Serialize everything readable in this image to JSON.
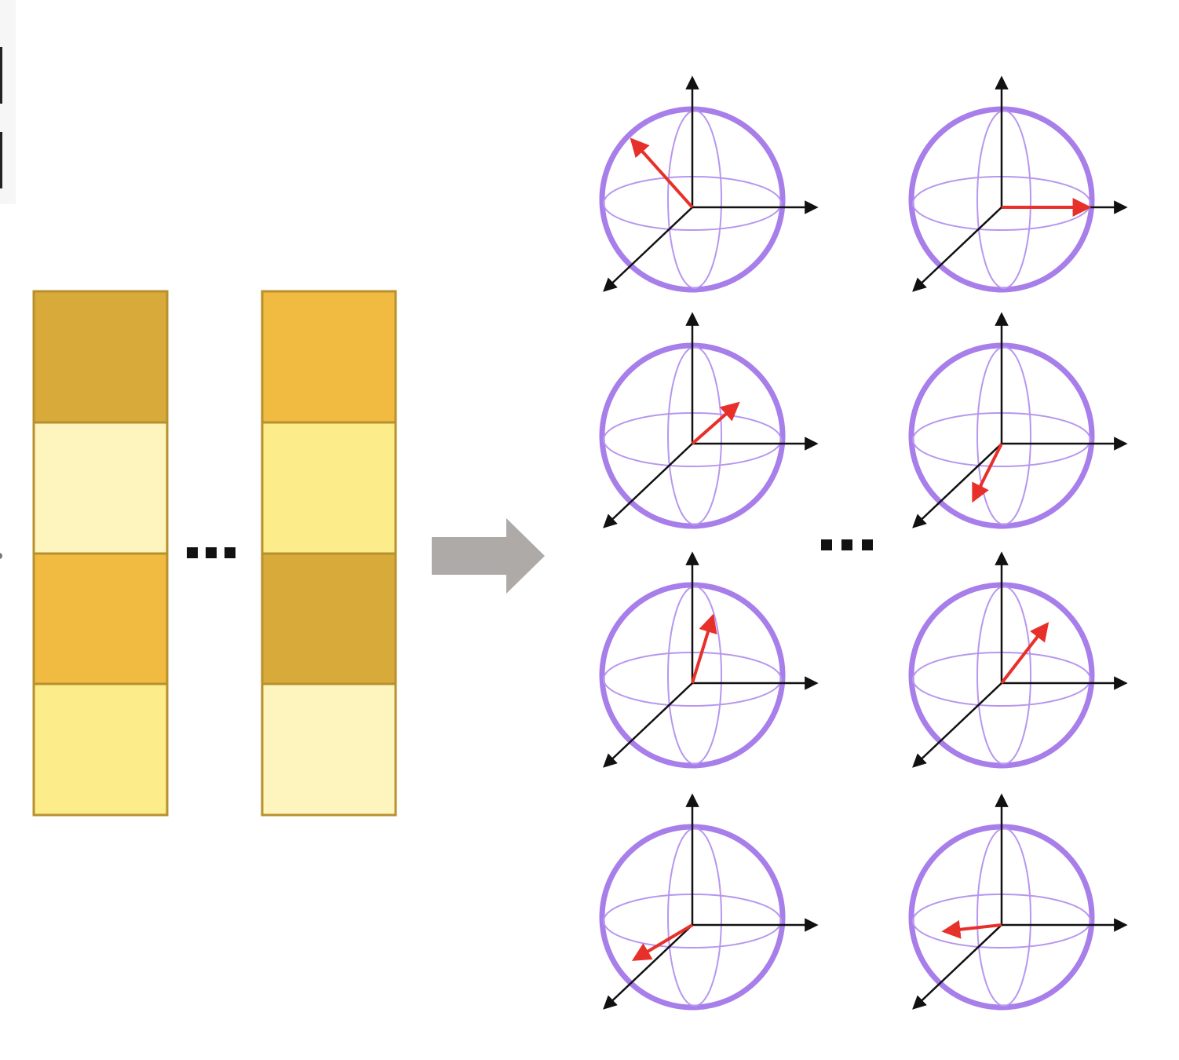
{
  "palette": {
    "dark_gold": "#D8AA3A",
    "gold": "#F0BB40",
    "pale_yellow": "#FEF5BE",
    "light_yellow": "#FCEC8A",
    "cell_border": "#B8902E",
    "arrow_gray": "#ADAAA8",
    "sphere_purple": "#A77EEA",
    "sphere_grid": "#B896EF",
    "axis": "#111111",
    "state_vector": "#E8302A",
    "ellipsis": "#111111"
  },
  "classical_vectors": [
    {
      "cells": [
        "dark_gold",
        "pale_yellow",
        "gold",
        "light_yellow"
      ]
    },
    {
      "cells": [
        "gold",
        "light_yellow",
        "dark_gold",
        "pale_yellow"
      ]
    }
  ],
  "transform_arrow": {
    "icon": "right-block-arrow-icon"
  },
  "ellipsis_marks": [
    "left-ellipsis",
    "right-ellipsis"
  ],
  "qubit_columns": [
    {
      "qubits": [
        {
          "state_direction": "upper-left"
        },
        {
          "state_direction": "upper-right-short"
        },
        {
          "state_direction": "up-slightly-right"
        },
        {
          "state_direction": "down-left-toward-viewer"
        }
      ]
    },
    {
      "qubits": [
        {
          "state_direction": "right-along-x-axis"
        },
        {
          "state_direction": "down-left-short"
        },
        {
          "state_direction": "upper-right"
        },
        {
          "state_direction": "left-slightly-down"
        }
      ]
    }
  ]
}
